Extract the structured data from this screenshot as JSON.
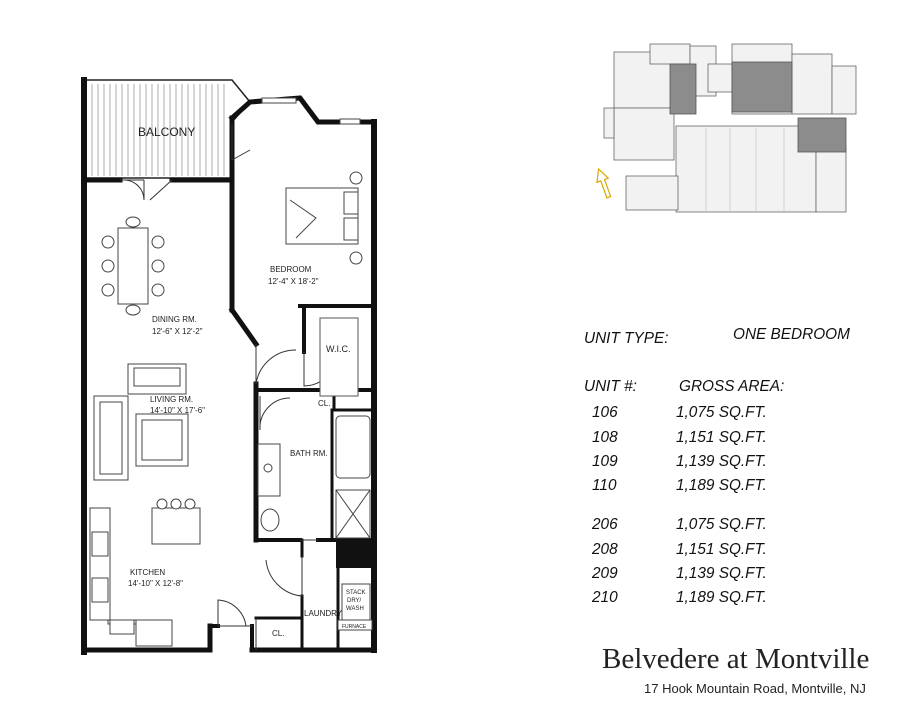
{
  "floorplan": {
    "rooms": {
      "balcony": "BALCONY",
      "bedroom": "BEDROOM",
      "bedroom_dim": "12'-4\" X 18'-2\"",
      "dining": "DINING RM.",
      "dining_dim": "12'-6\" X 12'-2\"",
      "living": "LIVING RM.",
      "living_dim": "14'-10\" X 17'-6\"",
      "kitchen": "KITCHEN",
      "kitchen_dim": "14'-10\" X 12'-8\"",
      "wic": "W.I.C.",
      "closet_1": "CL.",
      "closet_2": "CL.",
      "bath": "BATH RM.",
      "laundry": "LAUNDRY",
      "stack_1": "STACK",
      "stack_2": "DRY/",
      "stack_3": "WASH",
      "furnace": "FURNACE"
    }
  },
  "info": {
    "unit_type_label": "UNIT TYPE:",
    "unit_type_value": "ONE BEDROOM",
    "unit_num_label": "UNIT #:",
    "gross_area_label": "GROSS AREA:",
    "units": [
      {
        "unit": "106",
        "area": "1,075 SQ.FT."
      },
      {
        "unit": "108",
        "area": "1,151 SQ.FT."
      },
      {
        "unit": "109",
        "area": "1,139 SQ.FT."
      },
      {
        "unit": "110",
        "area": "1,189 SQ.FT."
      },
      {
        "unit": "206",
        "area": "1,075 SQ.FT."
      },
      {
        "unit": "208",
        "area": "1,151 SQ.FT."
      },
      {
        "unit": "209",
        "area": "1,139 SQ.FT."
      },
      {
        "unit": "210",
        "area": "1,189 SQ.FT."
      }
    ]
  },
  "brand": {
    "name": "Belvedere at Montville",
    "address": "17 Hook Mountain Road, Montville, NJ"
  },
  "colors": {
    "wall": "#111111",
    "highlight_unit": "#8c8c8c",
    "keyplan_fill": "#f0f0f0",
    "north_arrow": "#e0b000"
  }
}
